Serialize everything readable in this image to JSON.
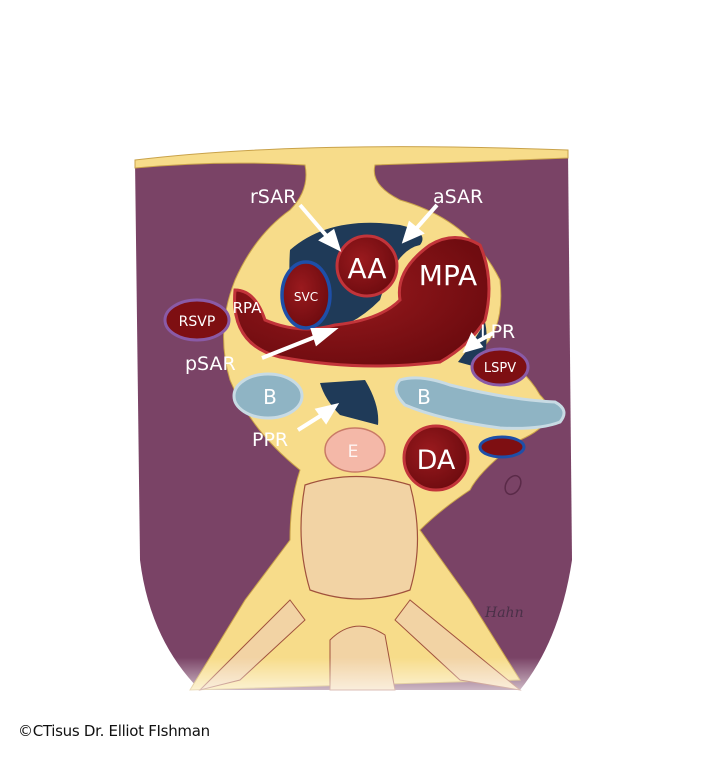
{
  "labels": {
    "rsar": "rSAR",
    "asar": "aSAR",
    "aa": "AA",
    "mpa": "MPA",
    "svc": "SVC",
    "rpa": "RPA",
    "rsvp": "RSVP",
    "psar": "pSAR",
    "lpr": "LPR",
    "lspv": "LSPV",
    "b_left": "B",
    "b_right": "B",
    "ppr": "PPR",
    "e": "E",
    "da": "DA"
  },
  "signature": "Hahn",
  "copyright": "©CTisus Dr. Elliot FIshman",
  "colors": {
    "lung": "#7a4366",
    "fat": "#f7dc8a",
    "vessel": "#7e0f12",
    "vessel_rim": "#c2343a",
    "recess": "#1f3a58",
    "bronchus": "#8fb4c4",
    "vein_outline_blue": "#1e4fa8",
    "vein_outline_purple": "#8a5aa6",
    "bone": "#f2d3a4"
  }
}
